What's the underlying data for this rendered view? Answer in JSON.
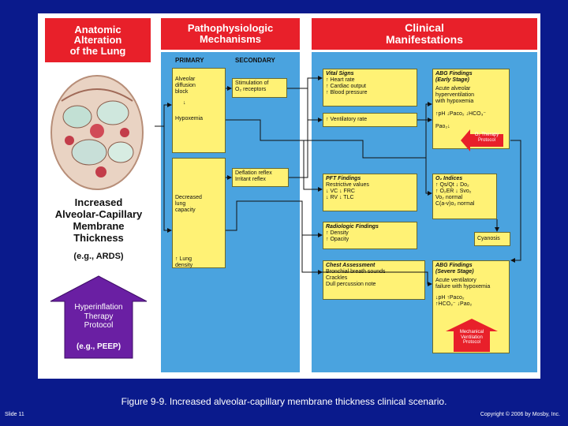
{
  "headers": {
    "anatomic": "Anatomic\nAlteration\nof the Lung",
    "patho": "Pathophysiologic\nMechanisms",
    "clinical": "Clinical\nManifestations"
  },
  "subheaders": {
    "primary": "PRIMARY",
    "secondary": "SECONDARY"
  },
  "left": {
    "condition": "Increased\nAlveolar-Capillary\nMembrane\nThickness",
    "example": "(e.g., ARDS)",
    "hyperinflation_label": "Hyperinflation\nTherapy\nProtocol",
    "hyperinflation_example": "(e.g., PEEP)"
  },
  "primary": {
    "alveolar": "Alveolar\ndiffusion\nblock",
    "hypoxemia": "Hypoxemia",
    "decreased": "Decreased\nlung\ncapacity",
    "lung_density": "↑ Lung\ndensity"
  },
  "secondary": {
    "stimulation": "Stimulation of\nO₂ receptors",
    "deflation": "Deflation reflex\nIrritant reflex"
  },
  "vitals": {
    "title": "Vital Signs",
    "body": "↑ Heart rate\n↑ Cardiac output\n↑ Blood pressure"
  },
  "ventilatory": "↑ Ventilatory rate",
  "pft": {
    "title": "PFT Findings",
    "body": "Restrictive values\n↓ VC     ↓ FRC\n↓ RV     ↓ TLC"
  },
  "radiologic": {
    "title": "Radiologic Findings",
    "body": "↑ Density\n↑ Opacity"
  },
  "chest": {
    "title": "Chest Assessment",
    "body": "Bronchial breath sounds\nCrackles\nDull percussion note"
  },
  "abg_early": {
    "title": "ABG Findings\n(Early Stage)",
    "body": "Acute alveolar\nhyperventilation\nwith hypoxemia",
    "values": "↑pH  ↓Paco₂  ↓HCO₃⁻",
    "pao2": "Pao₂↓"
  },
  "o2_protocol": "O₂ Therapy\nProtocol",
  "o2_indices": {
    "title": "O₂ Indices",
    "body": "↑ Qs/Qt  ↓ Do₂\n↑ O₂ER  ↓ Svo₂\nVo₂ normal\nC(a-v)o₂ normal"
  },
  "cyanosis": "Cyanosis",
  "abg_severe": {
    "title": "ABG Findings\n(Severe Stage)",
    "body": "Acute ventilatory\nfailure with hypoxemia",
    "values": "↓pH     ↑Paco₂\n↑HCO₃⁻   ↓Pao₂"
  },
  "mech_protocol": "Mechanical\nVentilation\nProtocol",
  "caption": "Figure 9-9. Increased alveolar-capillary membrane thickness clinical scenario.",
  "slide": "Slide 11",
  "copyright": "Copyright © 2006 by Mosby, Inc."
}
